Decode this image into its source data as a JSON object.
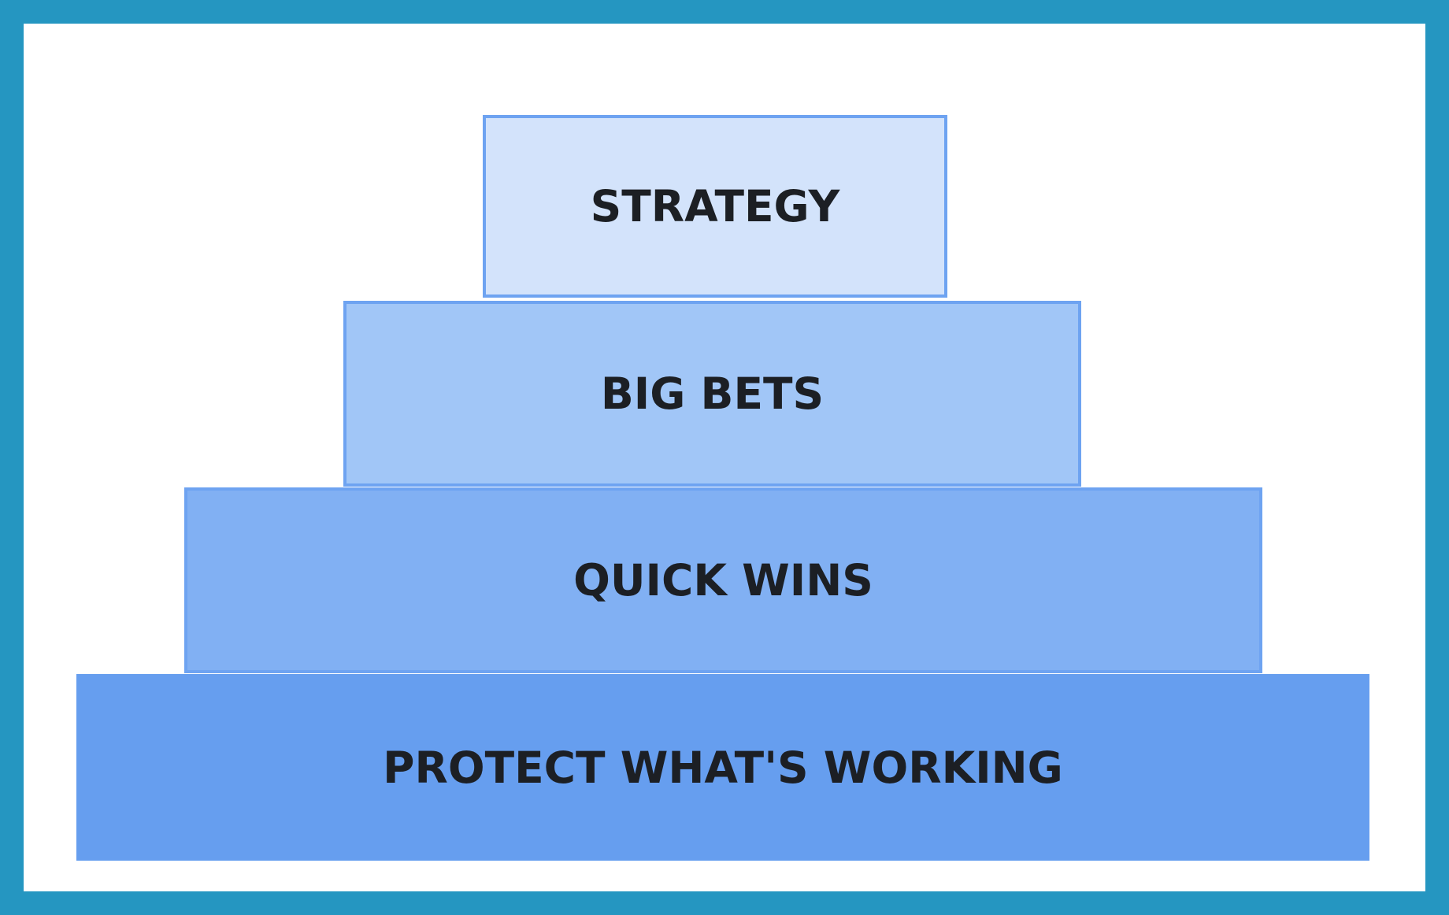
{
  "diagram": {
    "type": "pyramid",
    "tiers": [
      {
        "label": "STRATEGY",
        "fill": "#d3e3fb"
      },
      {
        "label": "BIG BETS",
        "fill": "#a1c6f7"
      },
      {
        "label": "QUICK WINS",
        "fill": "#81b0f3"
      },
      {
        "label": "PROTECT WHAT'S WORKING",
        "fill": "#669eef"
      }
    ],
    "outline_color": "#6ea3f1",
    "frame_color": "#2596c1",
    "text_color": "#1c1f24"
  }
}
